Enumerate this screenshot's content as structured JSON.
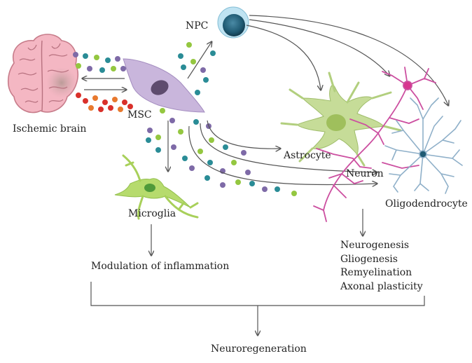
{
  "labels": {
    "ischemic_brain": "Ischemic brain",
    "msc": "MSC",
    "npc": "NPC",
    "astrocyte": "Astrocyte",
    "neuron": "Neuron",
    "oligodendrocyte": "Oligodendrocyte",
    "microglia": "Microglia",
    "modulation": "Modulation of inflammation",
    "neuroregeneration": "Neuroregeneration"
  },
  "outcomes": [
    "Neurogenesis",
    "Gliogenesis",
    "Remyelination",
    "Axonal plasticity"
  ],
  "colors": {
    "brain": "#f4b7c3",
    "msc": "#c9b6dc",
    "npc": "#1f5a73",
    "astrocyte": "#c6dc98",
    "neuron": "#cc4fa0",
    "oligodendrocyte": "#8fb0c9",
    "microglia": "#b6db6d",
    "dot_teal": "#2a8c96",
    "dot_purple": "#7e6aa7",
    "dot_green": "#94c740",
    "dot_red": "#d9302a",
    "dot_orange": "#e8792e",
    "arrow": "#555555"
  }
}
